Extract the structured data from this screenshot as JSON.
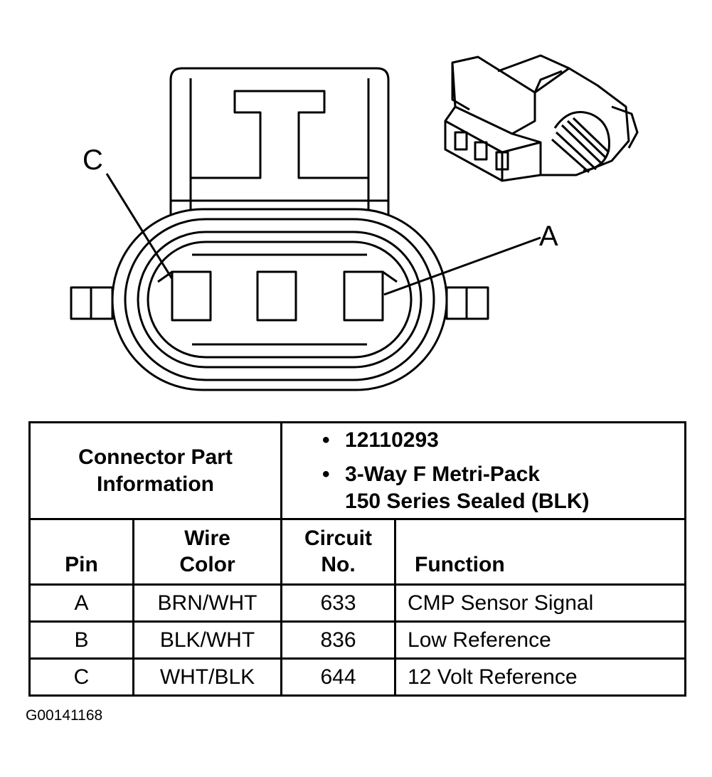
{
  "diagram": {
    "pin_callouts": [
      "C",
      "A"
    ],
    "connector_icon": "three-way-connector-icon"
  },
  "connector_info": {
    "label_line1": "Connector Part",
    "label_line2": "Information",
    "bullets": [
      {
        "text": "12110293"
      },
      {
        "text_line1": "3-Way F Metri-Pack",
        "text_line2": "150 Series Sealed (BLK)"
      }
    ],
    "bullet_symbol": "•"
  },
  "table": {
    "headers": {
      "pin": "Pin",
      "wire_color_line1": "Wire",
      "wire_color_line2": "Color",
      "circuit_line1": "Circuit",
      "circuit_line2": "No.",
      "function": "Function"
    },
    "rows": [
      {
        "pin": "A",
        "wire_color": "BRN/WHT",
        "circuit": "633",
        "function": "CMP Sensor Signal"
      },
      {
        "pin": "B",
        "wire_color": "BLK/WHT",
        "circuit": "836",
        "function": "Low Reference"
      },
      {
        "pin": "C",
        "wire_color": "WHT/BLK",
        "circuit": "644",
        "function": "12 Volt Reference"
      }
    ]
  },
  "figure_id": "G00141168"
}
